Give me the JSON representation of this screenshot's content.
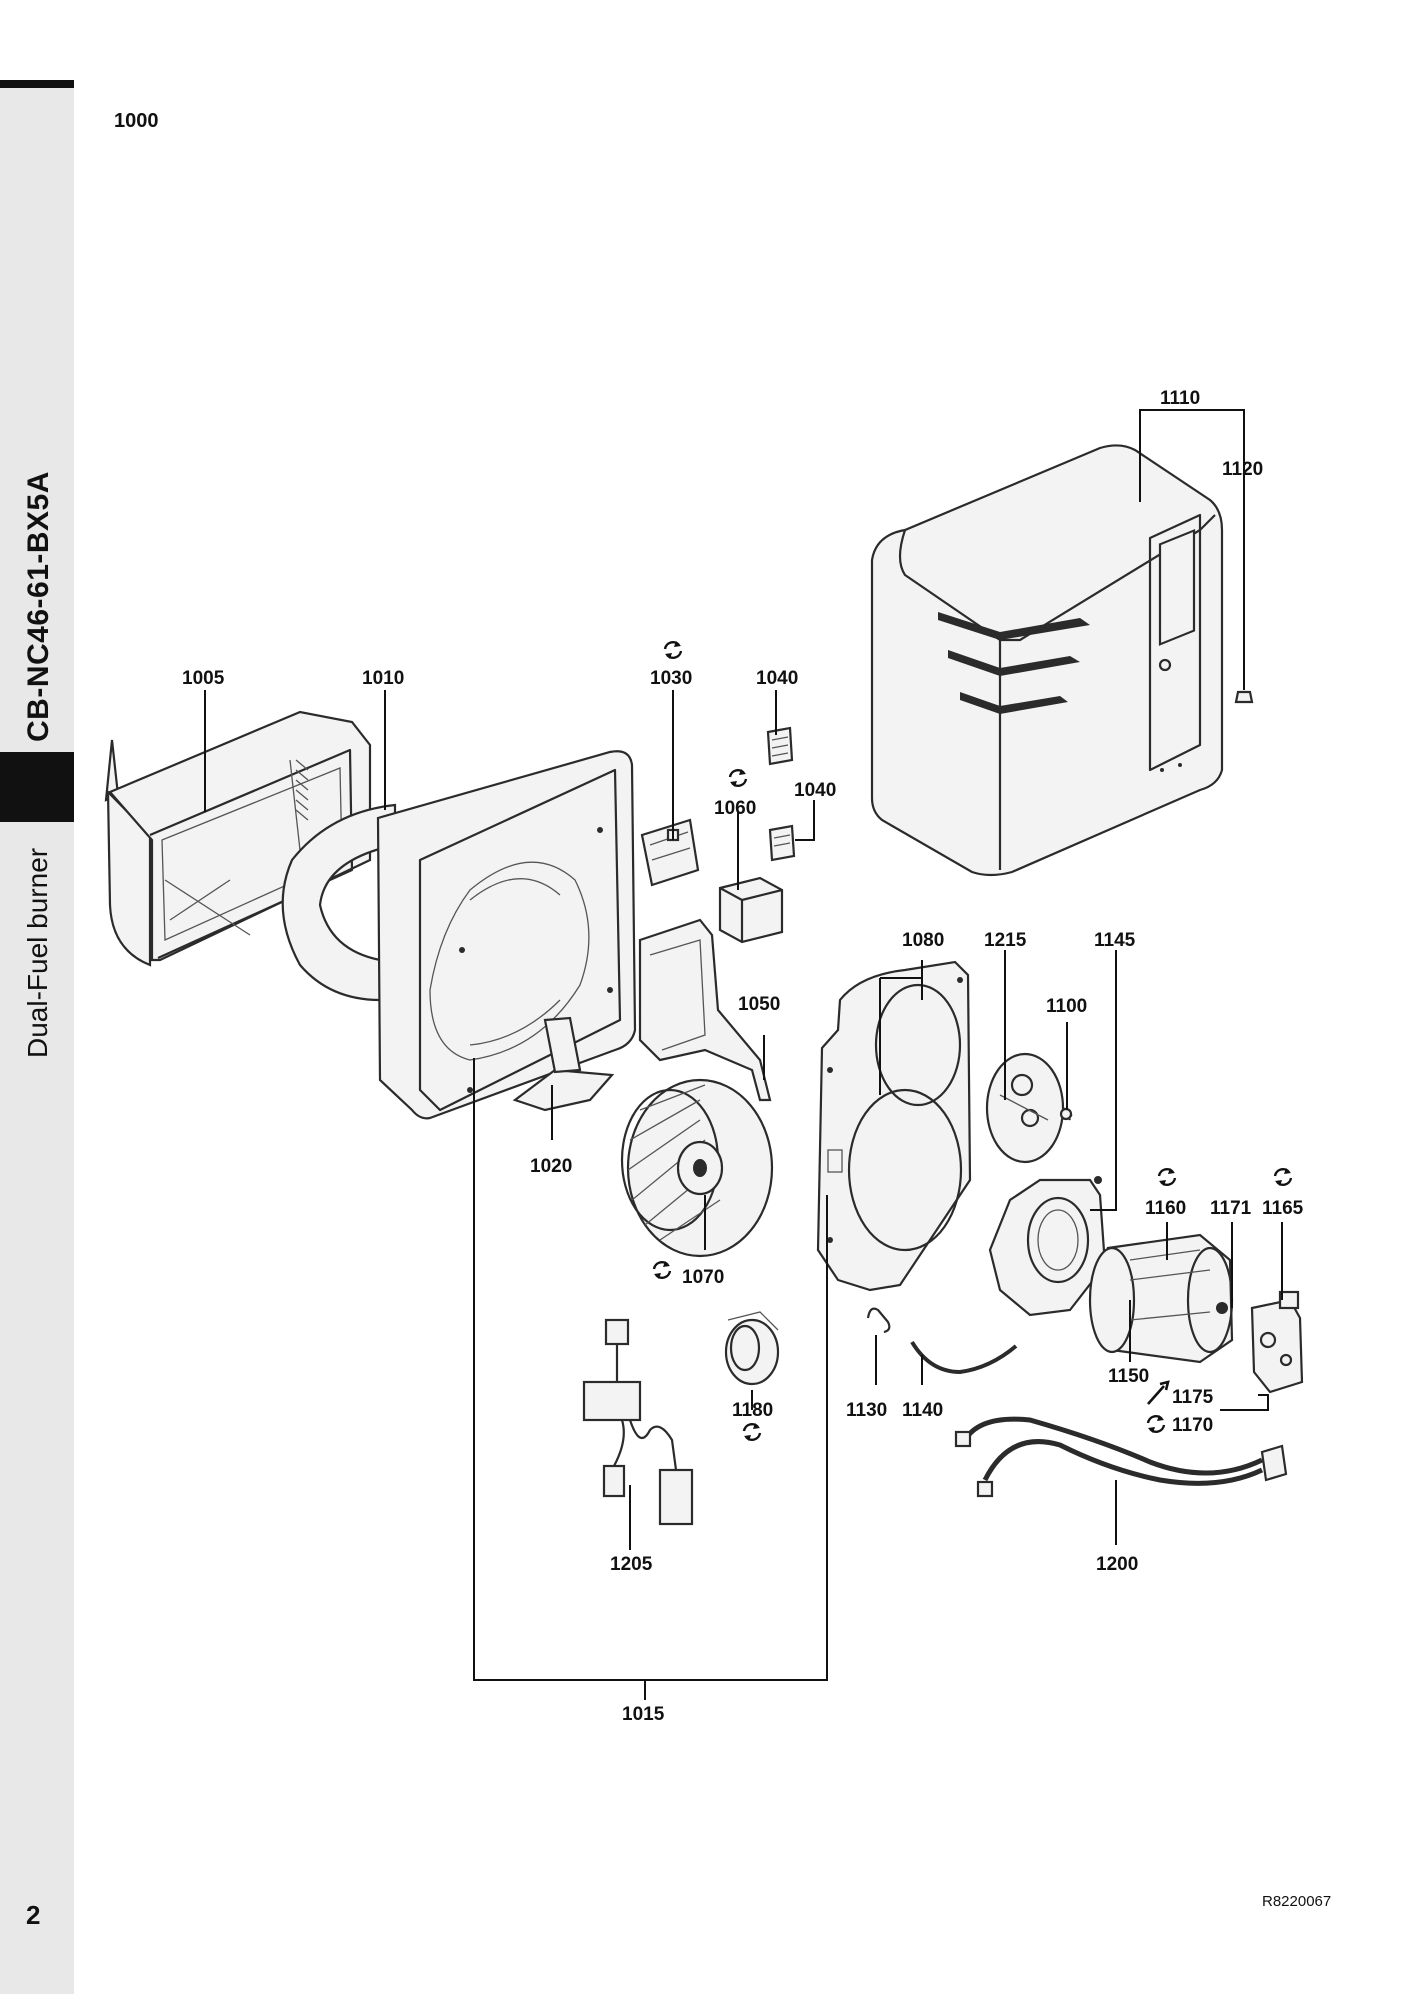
{
  "sidebar": {
    "model": "CB-NC46-61-BX5A",
    "product": "Dual-Fuel burner"
  },
  "page_label": "1000",
  "page_number": "2",
  "drawing_ref": "R8220067",
  "callouts": {
    "c1005": "1005",
    "c1010": "1010",
    "c1015": "1015",
    "c1020": "1020",
    "c1030": "1030",
    "c1040a": "1040",
    "c1040b": "1040",
    "c1050": "1050",
    "c1060": "1060",
    "c1070": "1070",
    "c1080": "1080",
    "c1100": "1100",
    "c1110": "1110",
    "c1120": "1120",
    "c1130": "1130",
    "c1140": "1140",
    "c1145": "1145",
    "c1150": "1150",
    "c1160": "1160",
    "c1165": "1165",
    "c1170": "1170",
    "c1171": "1171",
    "c1175": "1175",
    "c1180": "1180",
    "c1200": "1200",
    "c1205": "1205",
    "c1215": "1215"
  },
  "icons": {
    "rotation": "rotation-arrows-icon",
    "tool": "tool-icon"
  }
}
